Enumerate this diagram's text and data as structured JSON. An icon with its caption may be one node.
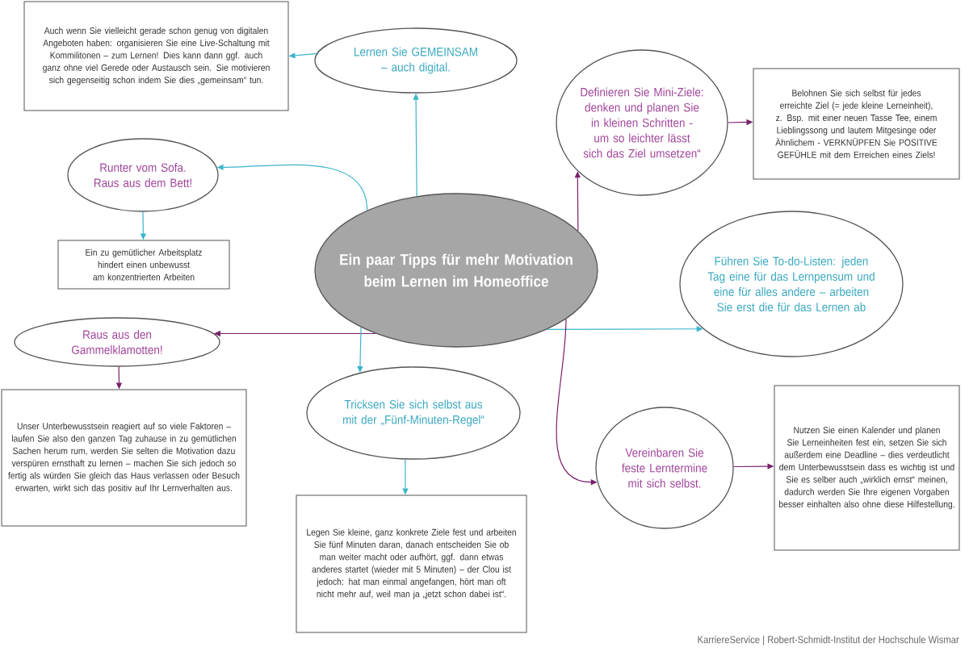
{
  "diagram": {
    "nodes": [
      {
        "text": [
          "Ein paar Tipps für mehr Motivation beim Lernen im Homeoffice"
        ]
      },
      {
        "text": [
          "Lernen Sie GEMEINSAM – auch digital."
        ]
      },
      {
        "text": [
          "Auch wenn Sie vielleicht gerade schon genug von digitalen Angeboten haben: organisieren Sie eine Live-Schaltung mit Kommilitonen – zum Lernen! Dies kann dann ggf. auch ganz ohne viel Gerede oder Austausch sein. Sie motivieren sich gegenseitig schon indem Sie dies „gemeinsam“ tun."
        ]
      },
      {
        "text": [
          "Runter vom Sofa. Raus aus dem Bett!"
        ]
      },
      {
        "text": [
          "Ein zu gemütlicher Arbeitsplatz hindert einen unbewusst am konzentrierten Arbeiten"
        ]
      },
      {
        "text": [
          "Definieren Sie Mini-Ziele: denken und planen Sie in kleinen Schritten - um so leichter lässt sich das Ziel umsetzen“"
        ]
      },
      {
        "text": [
          "Belohnen Sie sich selbst für jedes erreichte Ziel (= jede kleine Lerneinheit), z. Bsp. mit einer neuen Tasse Tee, einem Lieblingssong und lautem Mitgesinge oder Ähnlichem - VERKNÜPFEN Sie POSITIVE GEFÜHLE mit dem Erreichen eines Ziels!"
        ]
      },
      {
        "text": [
          "Führen Sie To-do-Listen: jeden Tag eine für das Lernpensum und eine für alles andere – arbeiten Sie erst die für das Lernen ab"
        ]
      },
      {
        "text": [
          "Raus aus den Gammelklamotten!"
        ]
      },
      {
        "text": [
          "Unser Unterbewusstsein reagiert auf so viele Faktoren – laufen Sie also den ganzen Tag zuhause in zu gemütlichen Sachen herum rum, werden Sie selten die Motivation dazu verspüren ernsthaft zu lernen – machen Sie sich jedoch so fertig als würden Sie gleich das Haus verlassen oder Besuch erwarten, wirkt sich das positiv auf Ihr Lernverhalten aus."
        ]
      },
      {
        "text": [
          "Tricksen Sie sich selbst aus mit der „Fünf-Minuten-Regel“"
        ]
      },
      {
        "text": [
          "Legen Sie kleine, ganz konkrete Ziele fest und arbeiten Sie fünf Minuten daran, danach entscheiden Sie ob man weiter macht oder aufhört, ggf. dann etwas anderes startet (wieder mit 5 Minuten) – der Clou ist jedoch: hat man einmal angefangen, hört man oft nicht mehr auf, weil man ja „jetzt schon dabei ist“."
        ]
      },
      {
        "text": [
          "Vereinbaren Sie feste Lerntermine mit sich selbst."
        ]
      },
      {
        "text": [
          "Nutzen Sie einen Kalender und planen Sie Lerneinheiten fest ein, setzen Sie sich außerdem eine Deadline – dies verdeutlicht dem Unterbewusstsein dass es wichtig ist und Sie es selber auch „wirklich ernst“ meinen, dadurch werden Sie Ihre eigenen Vorgaben besser einhalten also ohne diese Hilfestellung."
        ]
      }
    ],
    "edges": [
      {
        "from": 0,
        "to": 1,
        "arrow": "to"
      },
      {
        "from": 1,
        "to": 2,
        "arrow": "to"
      },
      {
        "from": 0,
        "to": 3,
        "arrow": "to"
      },
      {
        "from": 3,
        "to": 4,
        "arrow": "to"
      },
      {
        "from": 0,
        "to": 5,
        "arrow": "to",
        "color": "#7a1f6b"
      },
      {
        "from": 5,
        "to": 6,
        "arrow": "to",
        "color": "#7a1f6b"
      },
      {
        "from": 0,
        "to": 7,
        "arrow": "to"
      },
      {
        "from": 0,
        "to": 8,
        "arrow": "to",
        "color": "#7a1f6b"
      },
      {
        "from": 8,
        "to": 9,
        "arrow": "to",
        "color": "#7a1f6b"
      },
      {
        "from": 0,
        "to": 10,
        "arrow": "to"
      },
      {
        "from": 10,
        "to": 11,
        "arrow": "to"
      },
      {
        "from": 0,
        "to": 12,
        "arrow": "to",
        "color": "#7a1f6b"
      },
      {
        "from": 12,
        "to": 13,
        "arrow": "to",
        "color": "#7a1f6b"
      }
    ],
    "labels": [
      "KarriereService | Robert-Schmidt-Institut der Hochschule Wismar"
    ]
  }
}
